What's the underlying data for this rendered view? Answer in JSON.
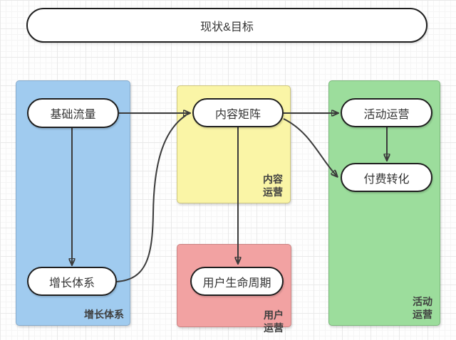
{
  "diagram": {
    "title": "现状&目标",
    "regions": [
      {
        "id": "growth",
        "label": "增长体系",
        "fill": "#A0CBEF",
        "border": "#86AACB"
      },
      {
        "id": "content",
        "label": "内容\n运营",
        "fill": "#FAF5A6",
        "border": "#CEC67F"
      },
      {
        "id": "user",
        "label": "用户\n运营",
        "fill": "#F2A2A2",
        "border": "#C98383"
      },
      {
        "id": "activity",
        "label": "活动\n运营",
        "fill": "#9CDD9C",
        "border": "#7CB87C"
      }
    ],
    "nodes": [
      {
        "id": "base-traffic",
        "label": "基础流量"
      },
      {
        "id": "growth-system",
        "label": "增长体系"
      },
      {
        "id": "content-matrix",
        "label": "内容矩阵"
      },
      {
        "id": "user-lifecycle",
        "label": "用户生命周期"
      },
      {
        "id": "activity-ops",
        "label": "活动运营"
      },
      {
        "id": "paid-conversion",
        "label": "付费转化"
      }
    ],
    "edges": [
      {
        "from": "base-traffic",
        "to": "content-matrix"
      },
      {
        "from": "base-traffic",
        "to": "growth-system"
      },
      {
        "from": "growth-system",
        "to": "content-matrix"
      },
      {
        "from": "content-matrix",
        "to": "user-lifecycle"
      },
      {
        "from": "content-matrix",
        "to": "activity-ops"
      },
      {
        "from": "content-matrix",
        "to": "paid-conversion"
      },
      {
        "from": "activity-ops",
        "to": "paid-conversion"
      }
    ],
    "edge_color": "#3b3b3b",
    "grid_color": "#e9e9e9"
  }
}
